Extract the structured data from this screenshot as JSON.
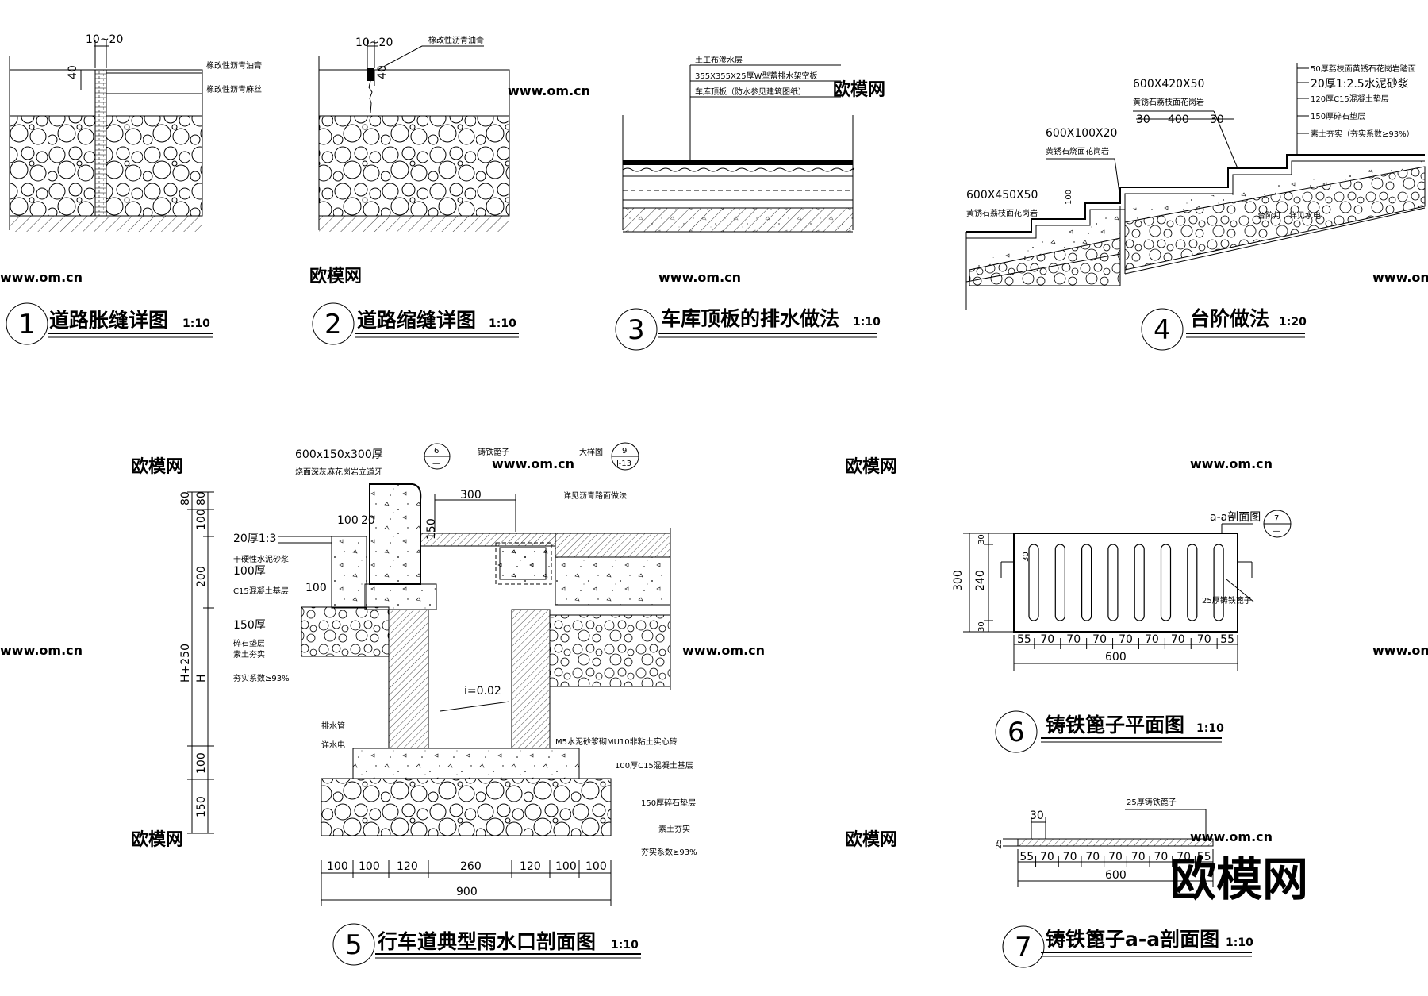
{
  "details": [
    {
      "num": "1",
      "title": "道路胀缝详图",
      "scale": "1:10",
      "dim": "10~20",
      "dim2": "40",
      "labels": [
        "橡改性沥青油膏",
        "橡改性沥青麻丝"
      ]
    },
    {
      "num": "2",
      "title": "道路缩缝详图",
      "scale": "1:10",
      "dim": "10~20",
      "dim2": "40",
      "labels": [
        "橡改性沥青油膏"
      ]
    },
    {
      "num": "3",
      "title": "车库顶板的排水做法",
      "scale": "1:10",
      "labels": [
        "土工布渗水层",
        "355X355X25厚W型蓄排水架空板",
        "车库顶板（防水参见建筑图纸）"
      ]
    },
    {
      "num": "4",
      "title": "台阶做法",
      "scale": "1:20",
      "labels": [
        "50厚荔枝面黄锈石花岗岩踏面",
        "20厚1:2.5水泥砂浆",
        "120厚C15混凝土垫层",
        "150厚碎石垫层",
        "素土夯实（夯实系数≥93%）",
        "600X420X50",
        "黄锈石荔枝面花岗岩",
        "600X100X20",
        "黄锈石烧面花岗岩",
        "600X450X50",
        "黄锈石荔枝面花岗岩",
        "台阶灯　详见水电"
      ],
      "dims": [
        "30",
        "400",
        "30",
        "100"
      ]
    },
    {
      "num": "5",
      "title": "行车道典型雨水口剖面图",
      "scale": "1:10",
      "labels": [
        "600x150x300厚",
        "烧面深灰麻花岗岩立道牙",
        "铸铁篦子",
        "大样图",
        "详见沥青路面做法",
        "20厚1:3",
        "干硬性水泥砂浆",
        "100厚",
        "C15混凝土基层",
        "150厚",
        "碎石垫层",
        "素土夯实",
        "夯实系数≥93%",
        "排水管",
        "详水电",
        "M5水泥砂浆砌MU10非粘土实心砖",
        "100厚C15混凝土基层",
        "150厚碎石垫层",
        "素土夯实",
        "夯实系数≥93%"
      ],
      "dims_top": [
        "300",
        "100",
        "20",
        "150",
        "100"
      ],
      "dims_left": [
        "80",
        "80",
        "100",
        "200",
        "H+250",
        "H",
        "100",
        "150"
      ],
      "slope": "i=0.02",
      "dims_bottom": [
        "100",
        "100",
        "120",
        "260",
        "120",
        "100",
        "100"
      ],
      "dim_total": "900",
      "refs": [
        {
          "num": "6",
          "sub": "—"
        },
        {
          "num": "9",
          "sub": "J-13"
        }
      ]
    },
    {
      "num": "6",
      "title": "铸铁篦子平面图",
      "scale": "1:10",
      "section": "a-a剖面图",
      "ref": {
        "num": "7",
        "sub": "—"
      },
      "label": "25厚铸铁篦子",
      "dims_left": [
        "300",
        "30",
        "240",
        "30"
      ],
      "dim_slot": "30",
      "dims_bottom": [
        "55",
        "70",
        "70",
        "70",
        "70",
        "70",
        "70",
        "70",
        "55"
      ],
      "dim_total": "600"
    },
    {
      "num": "7",
      "title": "铸铁篦子a-a剖面图",
      "scale": "1:10",
      "label": "25厚铸铁篦子",
      "dim_top": "30",
      "dim_left": "25",
      "dims_bottom": [
        "55",
        "70",
        "70",
        "70",
        "70",
        "70",
        "70",
        "70",
        "55"
      ],
      "dim_total": "600"
    }
  ],
  "watermark": {
    "cn": "欧模网",
    "url": "www.om.cn",
    "big": "欧模网"
  }
}
